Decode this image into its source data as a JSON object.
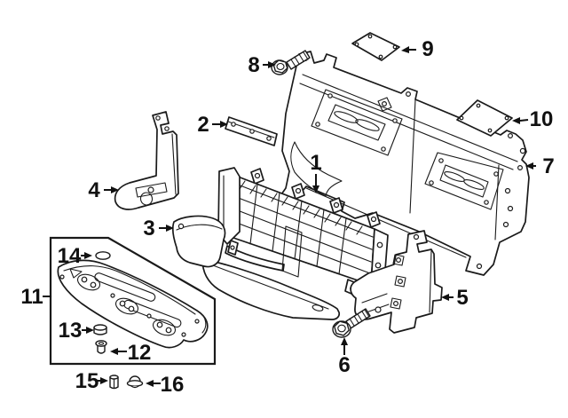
{
  "diagram": {
    "type": "exploded-parts-line-diagram",
    "colors": {
      "background": "#ffffff",
      "line": "#1a1a1a",
      "label": "#111111"
    },
    "callouts": [
      {
        "number": "1"
      },
      {
        "number": "2"
      },
      {
        "number": "3"
      },
      {
        "number": "4"
      },
      {
        "number": "5"
      },
      {
        "number": "6"
      },
      {
        "number": "7"
      },
      {
        "number": "8"
      },
      {
        "number": "9"
      },
      {
        "number": "10"
      },
      {
        "number": "11"
      },
      {
        "number": "12"
      },
      {
        "number": "13"
      },
      {
        "number": "14"
      },
      {
        "number": "15"
      },
      {
        "number": "16"
      }
    ]
  }
}
